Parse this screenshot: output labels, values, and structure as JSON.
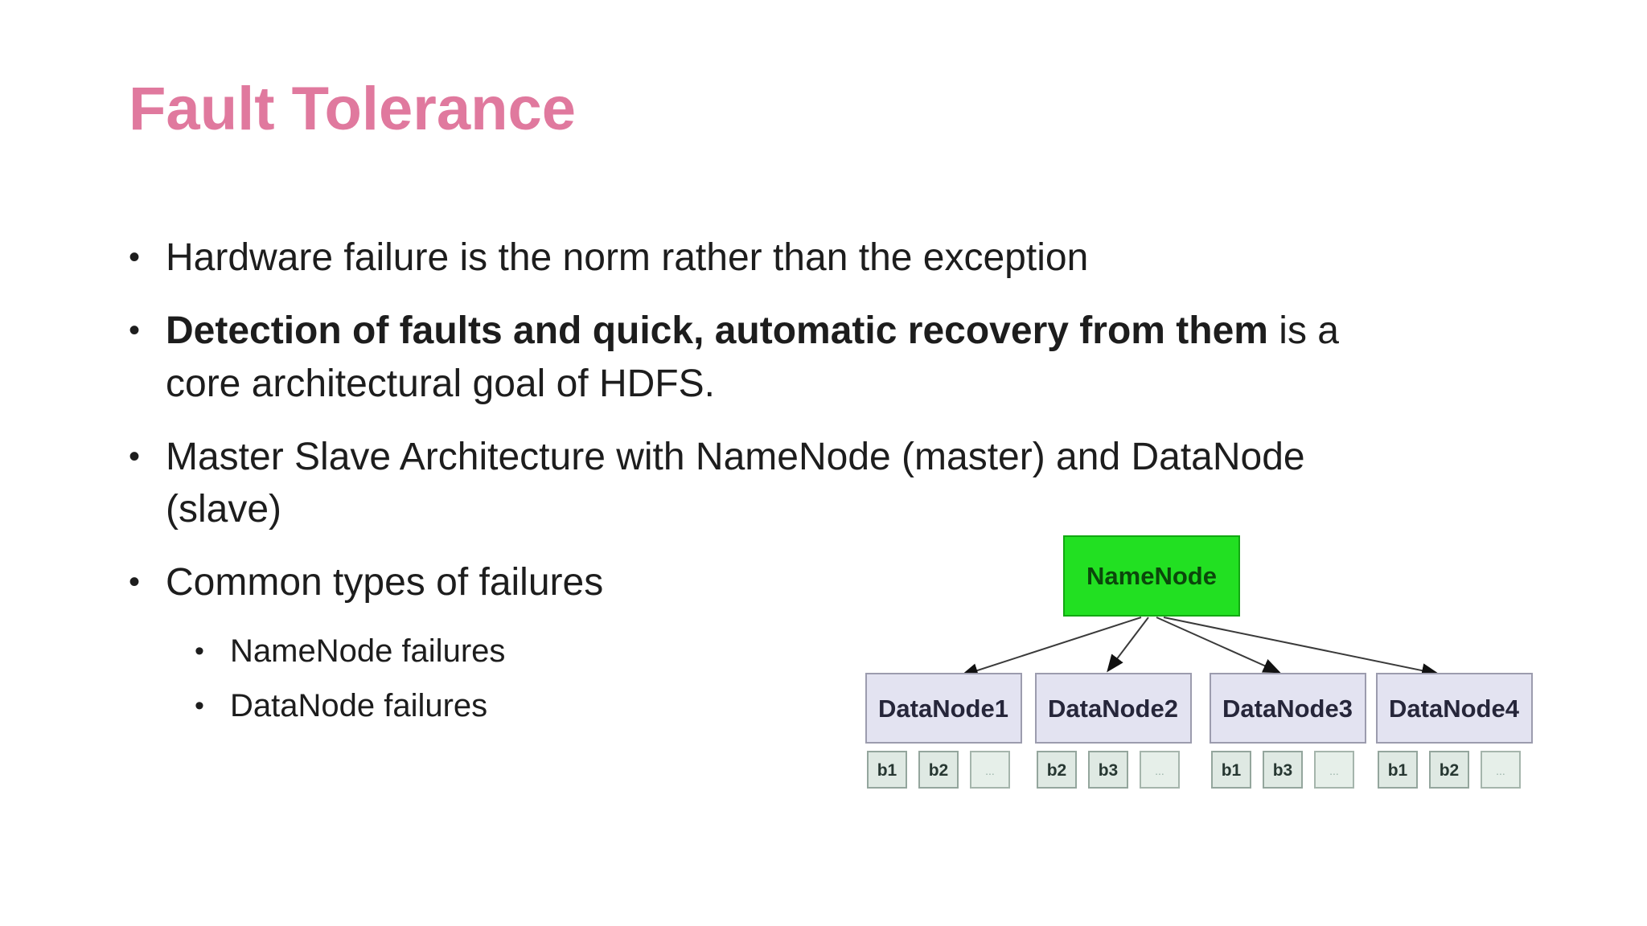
{
  "slide": {
    "title": "Fault Tolerance",
    "bullet_char": "•",
    "bullets": [
      {
        "text": "Hardware failure is the norm rather than the exception"
      },
      {
        "bold_text": "Detection of faults and quick, automatic recovery from them",
        "after_bold": " is a",
        "line2": "core architectural goal of HDFS."
      },
      {
        "line1": "Master Slave Architecture with NameNode (master) and DataNode",
        "line2": "(slave)"
      },
      {
        "text": "Common types of failures"
      },
      {
        "text": "NameNode failures"
      },
      {
        "text": "DataNode failures"
      }
    ]
  },
  "diagram": {
    "namenode_label": "NameNode",
    "datanodes": [
      {
        "label": "DataNode1",
        "blocks": [
          "b1",
          "b2",
          "..."
        ]
      },
      {
        "label": "DataNode2",
        "blocks": [
          "b2",
          "b3",
          "..."
        ]
      },
      {
        "label": "DataNode3",
        "blocks": [
          "b1",
          "b3",
          "..."
        ]
      },
      {
        "label": "DataNode4",
        "blocks": [
          "b1",
          "b2",
          "..."
        ]
      }
    ],
    "colors": {
      "title_pink": "#e0799e",
      "body_text": "#1d1d1d",
      "namenode_fill": "#22e022",
      "namenode_border": "#12a812",
      "namenode_text": "#0b470b",
      "datanode_fill": "#e3e3f1",
      "datanode_border": "#9c9cae",
      "block_fill": "#dfe9e3",
      "block_border": "#94a69d",
      "arrow": "#3a3a3a"
    }
  }
}
